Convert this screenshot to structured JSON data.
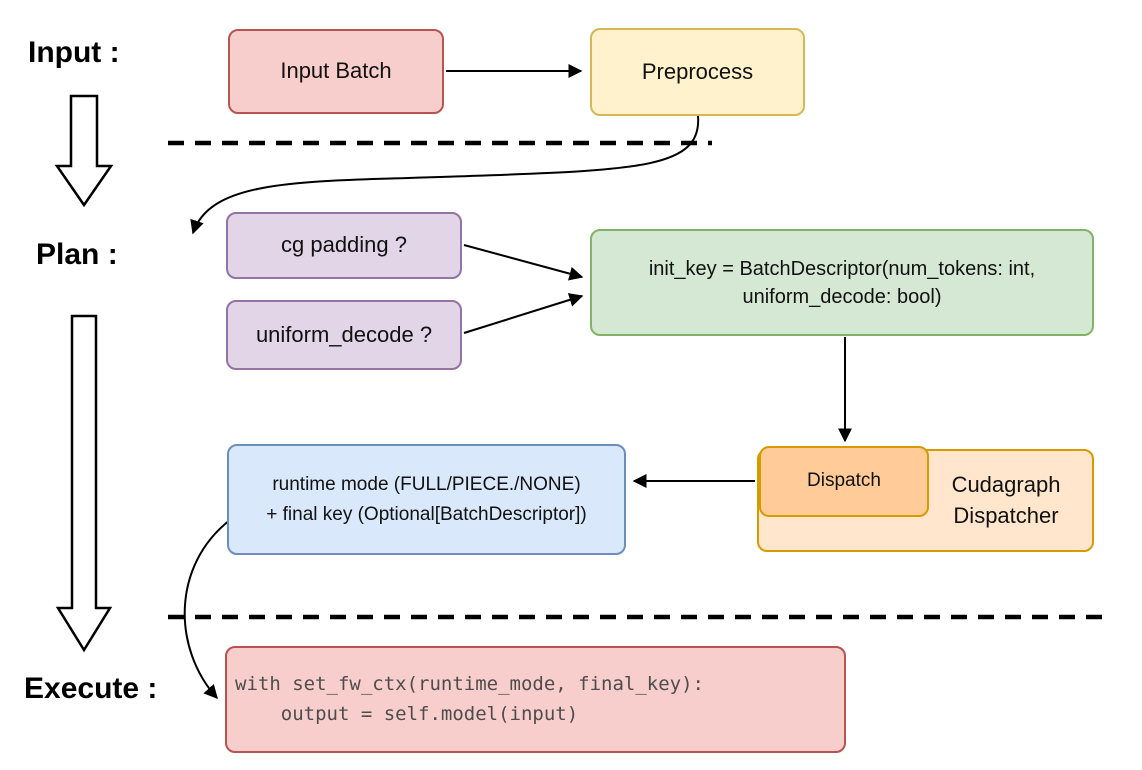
{
  "phases": {
    "input_label": "Input :",
    "plan_label": "Plan :",
    "execute_label": "Execute :"
  },
  "nodes": {
    "input_batch": {
      "label": "Input Batch"
    },
    "preprocess": {
      "label": "Preprocess"
    },
    "cg_padding": {
      "label": "cg padding ?"
    },
    "uniform_decode": {
      "label": "uniform_decode ?"
    },
    "init_key": {
      "line1": "init_key = BatchDescriptor(num_tokens: int,",
      "line2": "uniform_decode: bool)"
    },
    "dispatch": {
      "label": "Dispatch"
    },
    "cudagraph_dispatcher": {
      "label": "Cudagraph Dispatcher"
    },
    "runtime_result": {
      "line1": "runtime mode (FULL/PIECE./NONE)",
      "line2": "+ final key (Optional[BatchDescriptor])"
    },
    "execute_code": {
      "line1": "with set_fw_ctx(runtime_mode, final_key):",
      "line2": "    output = self.model(input)"
    }
  },
  "colors": {
    "red_fill": "#f8cecc",
    "red_border": "#b85450",
    "yellow_fill": "#fff2cc",
    "yellow_border": "#d6b656",
    "purple_fill": "#e1d5e7",
    "purple_border": "#9673a6",
    "green_fill": "#d5e8d4",
    "green_border": "#82b366",
    "orange_outer_fill": "#ffe6cc",
    "orange_inner_fill": "#ffcc99",
    "orange_border": "#d79b00",
    "blue_fill": "#dae8fc",
    "blue_border": "#6c8ebf",
    "connector_color": "#000000",
    "code_text_color": "#4d4d4d"
  }
}
